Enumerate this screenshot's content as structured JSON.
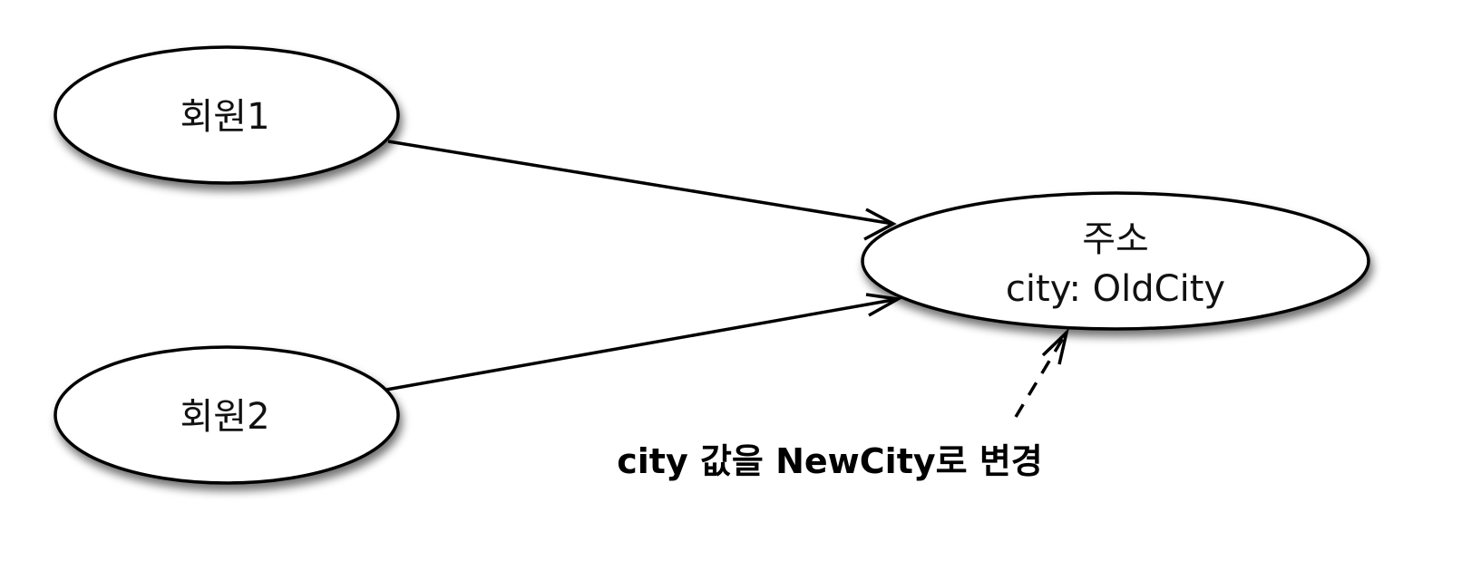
{
  "diagram": {
    "nodes": [
      {
        "id": "member1",
        "label": "회원1"
      },
      {
        "id": "member2",
        "label": "회원2"
      },
      {
        "id": "address",
        "label": "주소",
        "field": "city: OldCity"
      }
    ],
    "edges": [
      {
        "from": "member1",
        "to": "address",
        "style": "solid"
      },
      {
        "from": "member2",
        "to": "address",
        "style": "solid"
      }
    ],
    "annotation": {
      "text": "city 값을 NewCity로 변경",
      "target": "address",
      "style": "dashed"
    },
    "colors": {
      "stroke": "#000000",
      "fill": "#ffffff",
      "shadow": "#9a9a9a"
    }
  }
}
